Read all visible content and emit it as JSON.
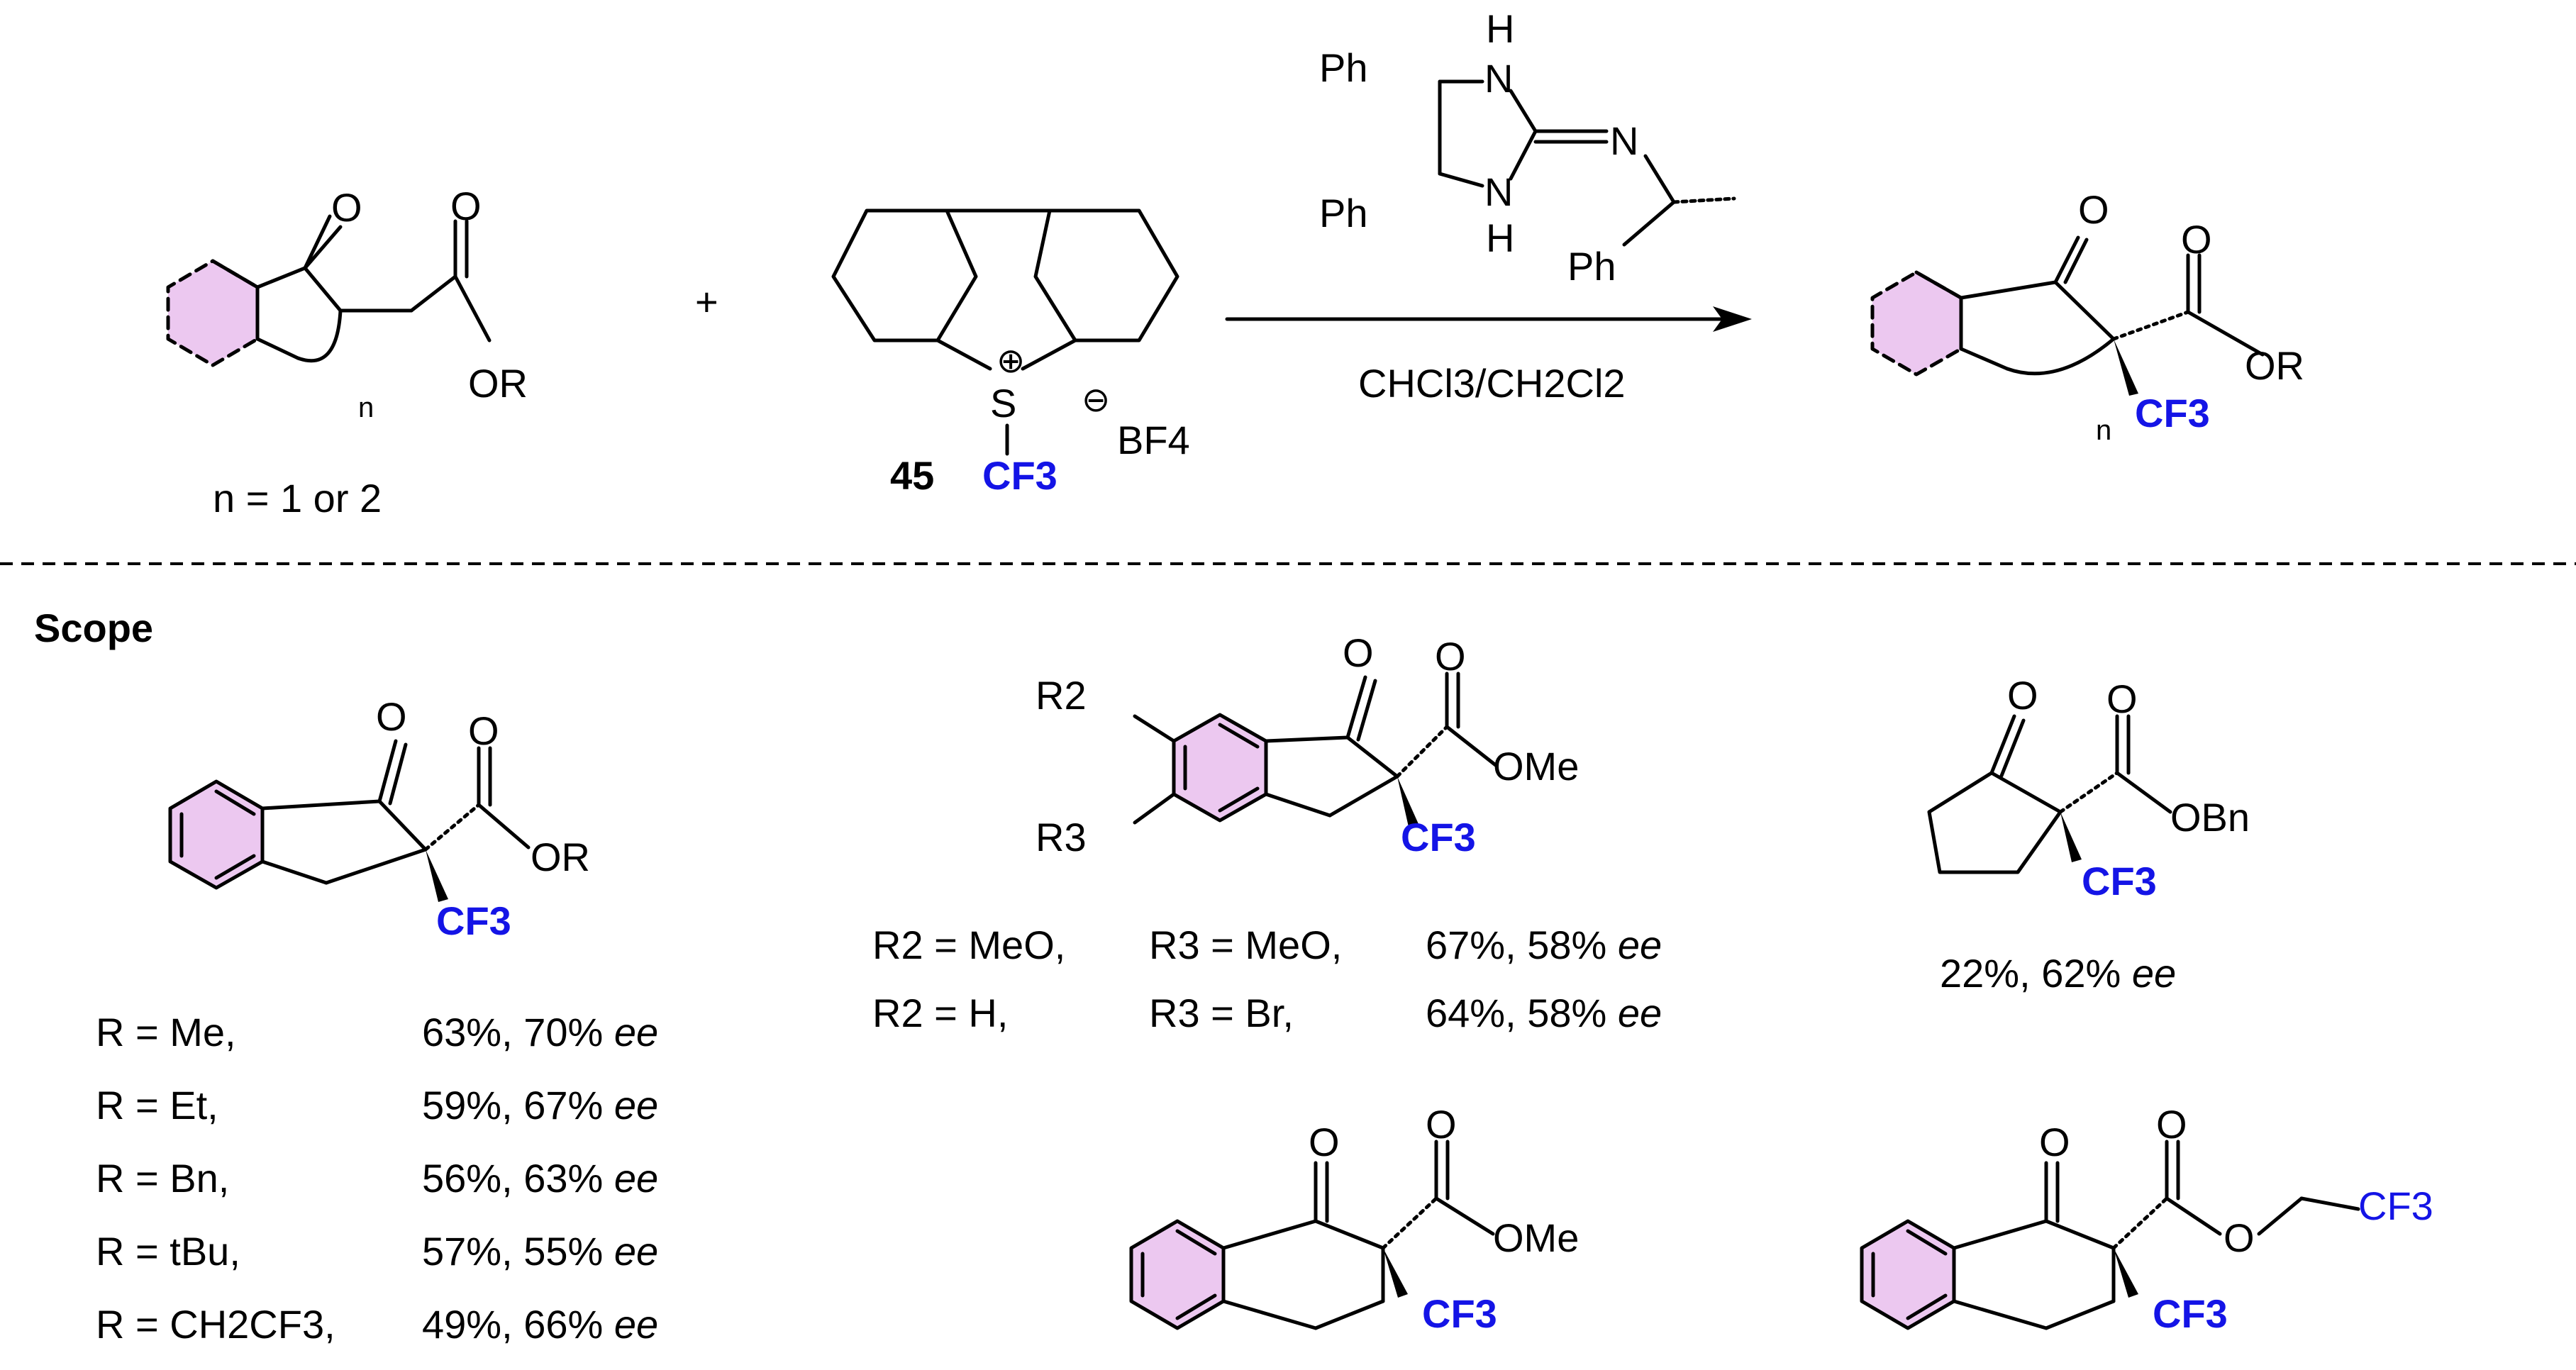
{
  "reaction": {
    "substrate_carbonyl_O": "O",
    "substrate_ester_O": "O",
    "substrate_ester_OR": "OR",
    "substrate_n": "n",
    "substrate_note": "n = 1 or 2",
    "plus": "+",
    "reagent_number": "45",
    "reagent_S": "S",
    "reagent_charge": "⊕",
    "reagent_CF3": "CF3",
    "counterion_charge": "⊖",
    "counterion": "BF4",
    "catalyst_labels": [
      "Ph",
      "Ph",
      "H",
      "N",
      "N",
      "H",
      "N",
      "Ph"
    ],
    "conditions": "CHCl3/CH2Cl2",
    "product_carbonyl_O": "O",
    "product_ester_O": "O",
    "product_ester_OR": "OR",
    "product_n": "n",
    "product_CF3": "CF3"
  },
  "scope": {
    "heading": "Scope",
    "indanone": {
      "O1": "O",
      "O2": "O",
      "OR": "OR",
      "CF3": "CF3",
      "rows": [
        {
          "r": "R = Me,",
          "result": "63%, 70% ",
          "ee": "ee"
        },
        {
          "r": "R = Et,",
          "result": "59%, 67% ",
          "ee": "ee"
        },
        {
          "r": "R = Bn,",
          "result": "56%, 63% ",
          "ee": "ee"
        },
        {
          "r": "R = tBu,",
          "result": "57%, 55% ",
          "ee": "ee"
        },
        {
          "r": "R = CH2CF3,",
          "result": "49%, 66% ",
          "ee": "ee"
        }
      ]
    },
    "substituted": {
      "R2": "R2",
      "R3": "R3",
      "O1": "O",
      "O2": "O",
      "OMe": "OMe",
      "CF3": "CF3",
      "rows": [
        {
          "r2": "R2 = MeO,",
          "r3": "R3 = MeO,",
          "result": "67%, 58% ",
          "ee": "ee"
        },
        {
          "r2": "R2 = H,",
          "r3": "R3 = Br,",
          "result": "64%, 58% ",
          "ee": "ee"
        }
      ]
    },
    "cyclopentanone": {
      "O1": "O",
      "O2": "O",
      "OBn": "OBn",
      "CF3": "CF3",
      "result": "22%, 62% ",
      "ee": "ee"
    },
    "tetralone_me": {
      "O1": "O",
      "O2": "O",
      "OMe": "OMe",
      "CF3": "CF3"
    },
    "tetralone_tfe": {
      "O1": "O",
      "O2": "O",
      "O3": "O",
      "CF3_ester": "CF3",
      "CF3": "CF3"
    }
  }
}
